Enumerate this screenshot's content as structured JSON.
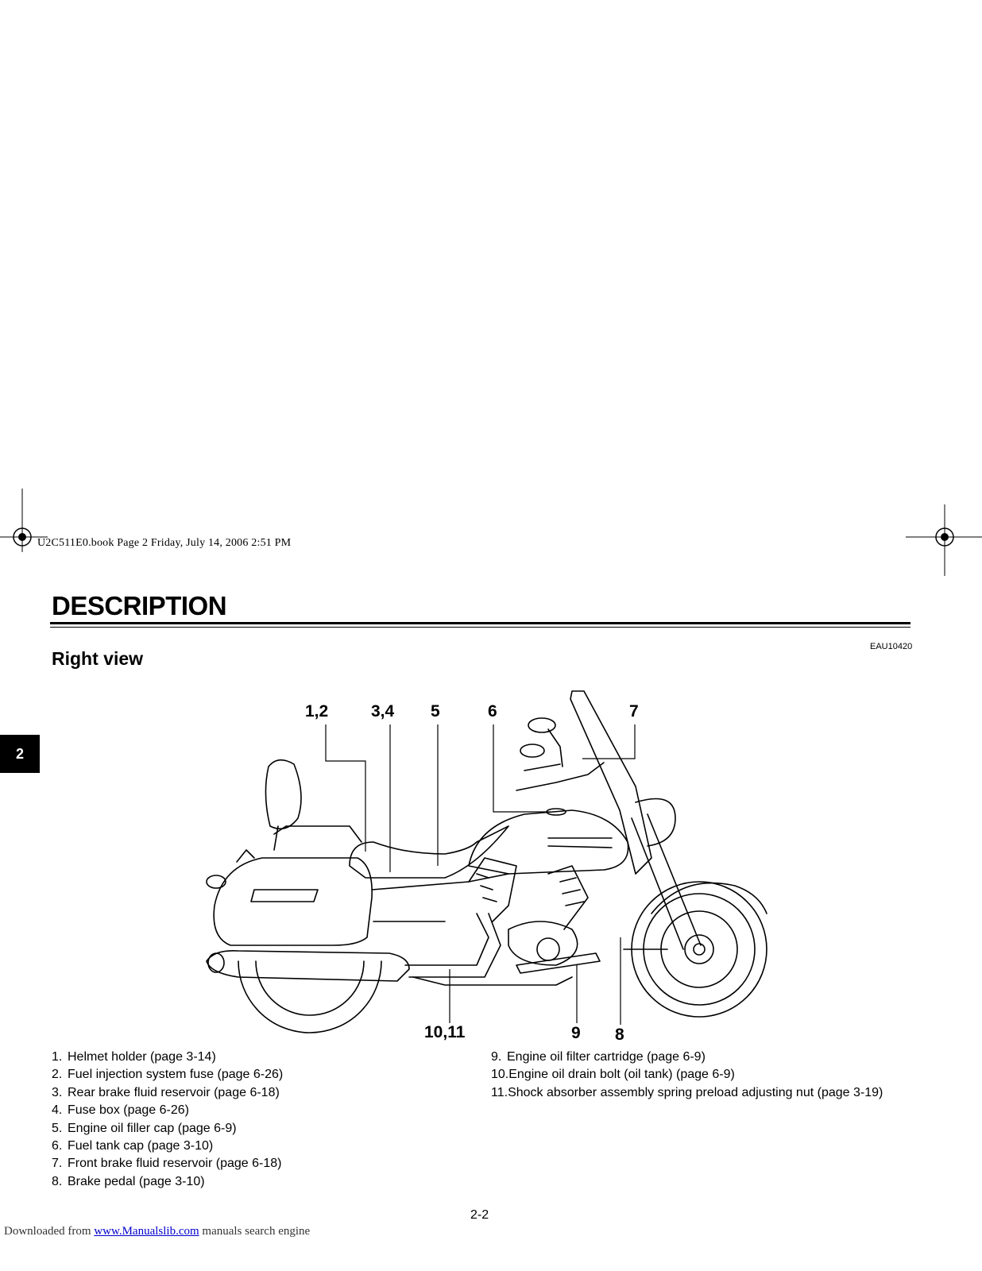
{
  "header": {
    "book_line": "U2C511E0.book  Page 2  Friday, July 14, 2006  2:51 PM"
  },
  "section": {
    "title": "DESCRIPTION",
    "code": "EAU10420",
    "subtitle": "Right view",
    "tab_number": "2"
  },
  "callouts": [
    "1,2",
    "3,4",
    "5",
    "6",
    "7",
    "10,11",
    "9",
    "8"
  ],
  "parts_left": [
    {
      "num": "1.",
      "text": "Helmet holder (page 3-14)"
    },
    {
      "num": "2.",
      "text": "Fuel injection system fuse (page 6-26)"
    },
    {
      "num": "3.",
      "text": "Rear brake fluid reservoir (page 6-18)"
    },
    {
      "num": "4.",
      "text": "Fuse box (page 6-26)"
    },
    {
      "num": "5.",
      "text": "Engine oil filler cap (page 6-9)"
    },
    {
      "num": "6.",
      "text": "Fuel tank cap (page 3-10)"
    },
    {
      "num": "7.",
      "text": "Front brake fluid reservoir (page 6-18)"
    },
    {
      "num": "8.",
      "text": "Brake pedal (page 3-10)"
    }
  ],
  "parts_right": [
    {
      "num": "9.",
      "text": "Engine oil filter cartridge (page 6-9)"
    },
    {
      "num": "10.",
      "text": "Engine oil drain bolt (oil tank) (page 6-9)"
    },
    {
      "num": "11.",
      "text": "Shock absorber assembly spring preload adjusting nut (page 3-19)"
    }
  ],
  "page_number": "2-2",
  "footer": {
    "prefix": "Downloaded from ",
    "link": "www.Manualslib.com",
    "suffix": " manuals search engine"
  }
}
